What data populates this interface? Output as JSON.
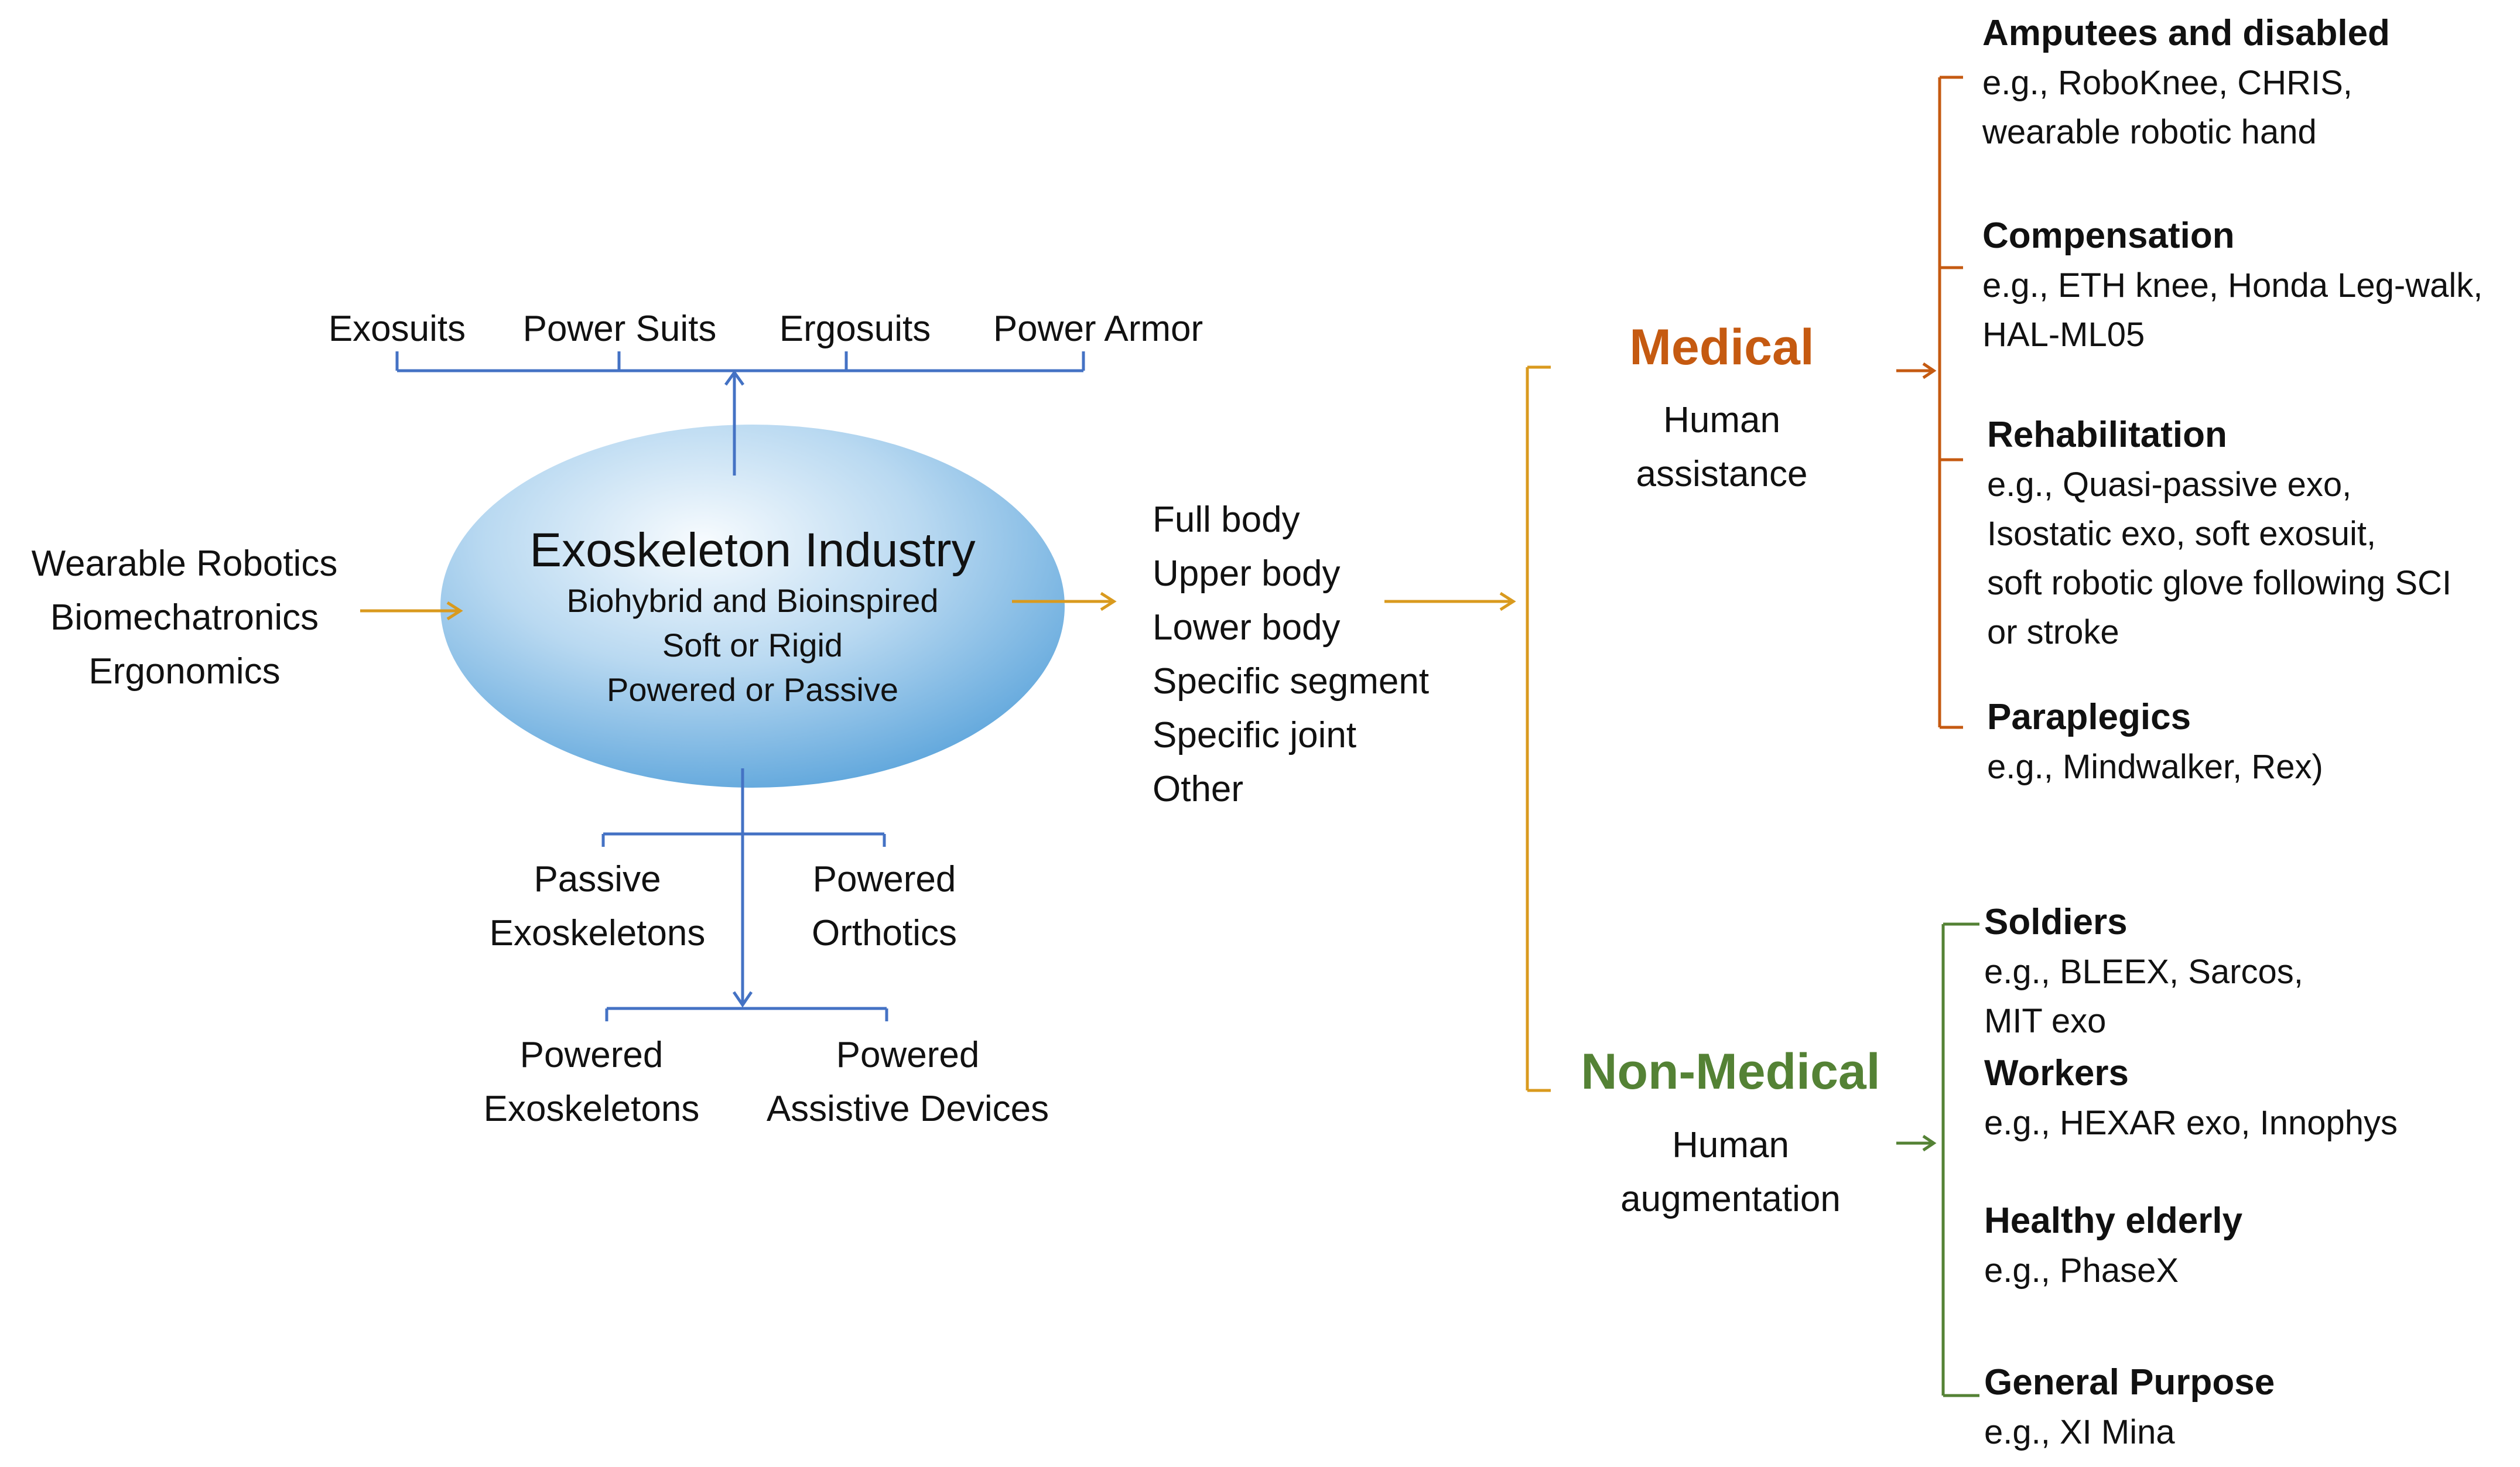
{
  "colors": {
    "blue": "#4472C4",
    "orange": "#D99A1E",
    "medical": "#C55A11",
    "nonmedical": "#548235",
    "ellipse_light": "#EAF3FB",
    "ellipse_dark": "#5AA6DC"
  },
  "inputs": [
    "Wearable Robotics",
    "Biomechatronics",
    "Ergonomics"
  ],
  "top_branches": [
    "Exosuits",
    "Power Suits",
    "Ergosuits",
    "Power Armor"
  ],
  "core": {
    "title": "Exoskeleton Industry",
    "lines": [
      "Biohybrid and Bioinspired",
      "Soft or Rigid",
      "Powered or Passive"
    ]
  },
  "bottom_branches": {
    "upper": [
      {
        "line1": "Passive",
        "line2": "Exoskeletons"
      },
      {
        "line1": "Powered",
        "line2": "Orthotics"
      }
    ],
    "lower": [
      {
        "line1": "Powered",
        "line2": "Exoskeletons"
      },
      {
        "line1": "Powered",
        "line2": "Assistive Devices"
      }
    ]
  },
  "body_parts": [
    "Full body",
    "Upper body",
    "Lower body",
    "Specific segment",
    "Specific joint",
    "Other"
  ],
  "medical": {
    "title": "Medical",
    "subtitle": [
      "Human",
      "assistance"
    ],
    "categories": [
      {
        "name": "Amputees and disabled",
        "examples": [
          "e.g., RoboKnee, CHRIS,",
          "wearable robotic hand"
        ]
      },
      {
        "name": "Compensation",
        "examples": [
          "e.g., ETH knee, Honda Leg-walk,",
          "HAL-ML05"
        ]
      },
      {
        "name": "Rehabilitation",
        "examples": [
          "e.g., Quasi-passive exo,",
          "Isostatic exo, soft exosuit,",
          "soft robotic glove following SCI",
          "or stroke"
        ]
      },
      {
        "name": "Paraplegics",
        "examples": [
          "e.g., Mindwalker, Rex)"
        ]
      }
    ]
  },
  "nonmedical": {
    "title": "Non-Medical",
    "subtitle": [
      "Human",
      "augmentation"
    ],
    "categories": [
      {
        "name": "Soldiers",
        "examples": [
          "e.g., BLEEX, Sarcos,",
          "MIT exo"
        ]
      },
      {
        "name": "Workers",
        "examples": [
          "e.g., HEXAR exo, Innophys"
        ]
      },
      {
        "name": "Healthy elderly",
        "examples": [
          "e.g., PhaseX"
        ]
      },
      {
        "name": "General Purpose",
        "examples": [
          "e.g., XI Mina"
        ]
      }
    ]
  }
}
